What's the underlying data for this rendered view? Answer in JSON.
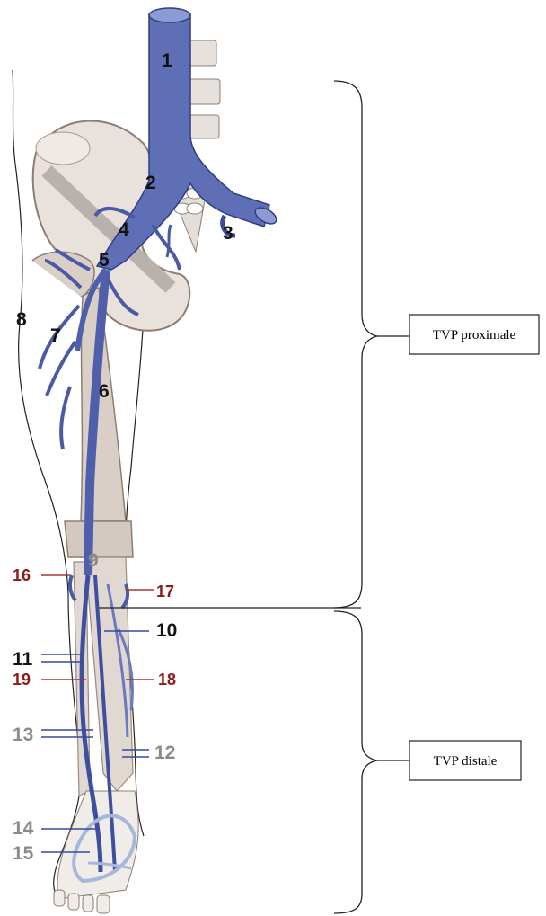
{
  "labels": {
    "n1": "1",
    "n2": "2",
    "n3": "3",
    "n4": "4",
    "n5": "5",
    "n6": "6",
    "n7": "7",
    "n8": "8",
    "n9": "9",
    "n10": "10",
    "n11": "11",
    "n12": "12",
    "n13": "13",
    "n14": "14",
    "n15": "15",
    "n16": "16",
    "n17": "17",
    "n18": "18",
    "n19": "19"
  },
  "zones": {
    "proximal": "TVP proximale",
    "distal": "TVP distale"
  },
  "colors": {
    "vein": "#5a6ab0",
    "vein_dark": "#2f3e86",
    "vein_light": "#a9b6dc",
    "bone": "#d9cfc6",
    "bone_stroke": "#8f7d72",
    "label_black": "#111111",
    "label_red": "#8b1a1a",
    "label_gray": "#8a8a8a",
    "skin": "#222222"
  }
}
